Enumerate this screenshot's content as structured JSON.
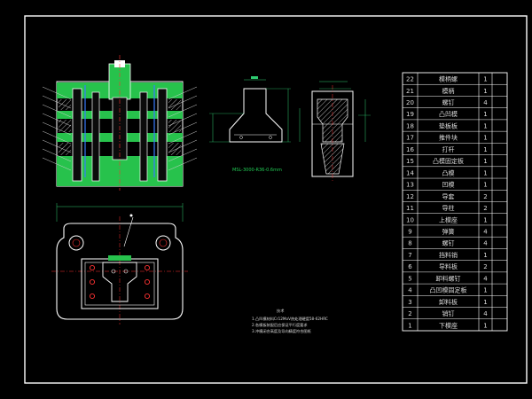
{
  "colors": {
    "background": "#000000",
    "sheet_border": "#ffffff",
    "geometry": "#ffffff",
    "section_fill": "#27c24c",
    "dimension": "#2ecc71",
    "centerline": "#ff3333",
    "accent_blue": "#3a7bff",
    "hatch": "#d8d8d8"
  },
  "drawing": {
    "part_caption": "MSL-3000-R36-0.6mm",
    "notes_title": "技术",
    "notes": [
      "1.凸凹模材料Cr12MoV热处理硬度58-62HRC",
      "2.各模板装配后应保证平行度要求",
      "3.冲模闭合高度及导向精度符合图纸"
    ],
    "bom": [
      {
        "no": "22",
        "name": "模柄螺",
        "qty": "1"
      },
      {
        "no": "21",
        "name": "模柄",
        "qty": "1"
      },
      {
        "no": "20",
        "name": "螺钉",
        "qty": "4"
      },
      {
        "no": "19",
        "name": "凸凹模",
        "qty": "1"
      },
      {
        "no": "18",
        "name": "垫板板",
        "qty": "1"
      },
      {
        "no": "17",
        "name": "推件块",
        "qty": "1"
      },
      {
        "no": "16",
        "name": "打杆",
        "qty": "1"
      },
      {
        "no": "15",
        "name": "凸模固定板",
        "qty": "1"
      },
      {
        "no": "14",
        "name": "凸模",
        "qty": "1"
      },
      {
        "no": "13",
        "name": "凹模",
        "qty": "1"
      },
      {
        "no": "12",
        "name": "导套",
        "qty": "2"
      },
      {
        "no": "11",
        "name": "导柱",
        "qty": "2"
      },
      {
        "no": "10",
        "name": "上模座",
        "qty": "1"
      },
      {
        "no": "9",
        "name": "弹簧",
        "qty": "4"
      },
      {
        "no": "8",
        "name": "螺钉",
        "qty": "4"
      },
      {
        "no": "7",
        "name": "挡料销",
        "qty": "1"
      },
      {
        "no": "6",
        "name": "导料板",
        "qty": "2"
      },
      {
        "no": "5",
        "name": "卸料螺钉",
        "qty": "4"
      },
      {
        "no": "4",
        "name": "凸凹模固定板",
        "qty": "1"
      },
      {
        "no": "3",
        "name": "卸料板",
        "qty": "1"
      },
      {
        "no": "2",
        "name": "销钉",
        "qty": "4"
      },
      {
        "no": "1",
        "name": "下模座",
        "qty": "1"
      }
    ]
  }
}
